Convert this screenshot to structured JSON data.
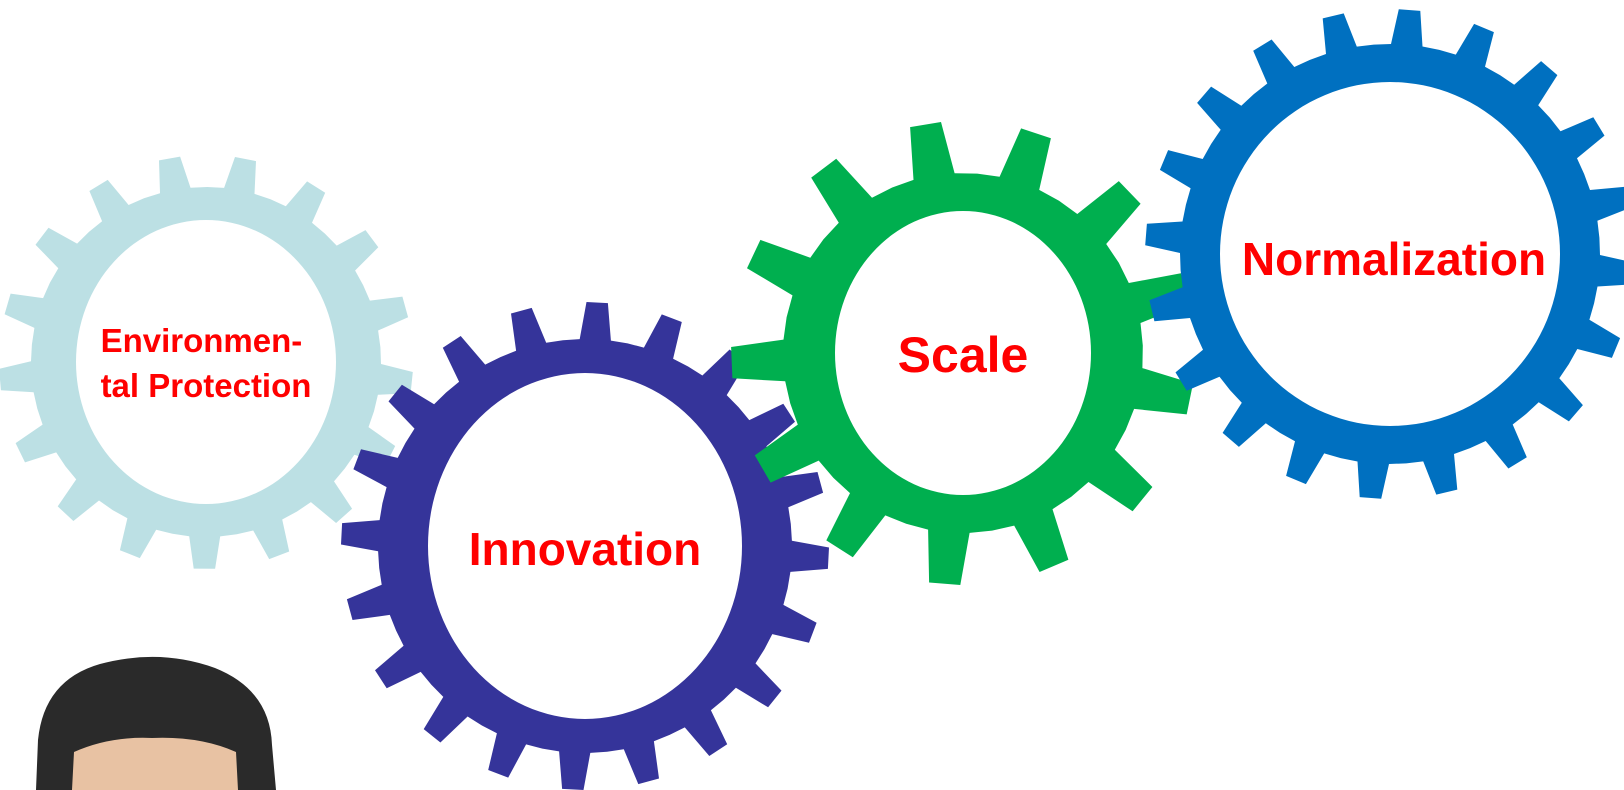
{
  "diagram": {
    "label_color": "#ff0000",
    "gears": [
      {
        "id": "environmental",
        "color": "#bce0e4",
        "lines": [
          "Environmen-",
          "tal Protection"
        ]
      },
      {
        "id": "innovation",
        "color": "#35349a",
        "lines": [
          "Innovation"
        ]
      },
      {
        "id": "scale",
        "color": "#00af4f",
        "lines": [
          "Scale"
        ]
      },
      {
        "id": "normalization",
        "color": "#0070c0",
        "lines": [
          "Normalization"
        ]
      }
    ],
    "portrait": {
      "hair_color": "#2a2a2a",
      "skin_color": "#e8c2a3"
    }
  }
}
